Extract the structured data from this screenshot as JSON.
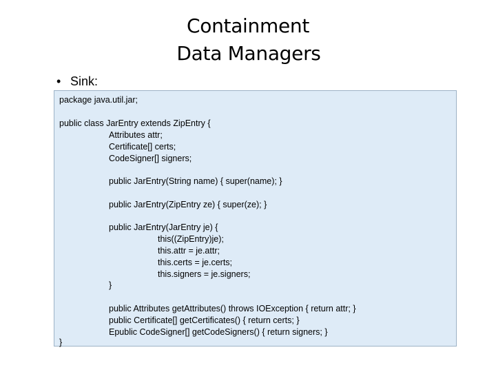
{
  "slide": {
    "title_line1": "Containment",
    "title_line2": "Data Managers",
    "bullet_symbol": "•",
    "bullet_text": "Sink:",
    "code": {
      "package_line": "package java.util.jar;",
      "class_decl": "public class JarEntry extends ZipEntry {",
      "field_attr": "Attributes attr;",
      "field_certs": "Certificate[] certs;",
      "field_signers": "CodeSigner[] signers;",
      "ctor_string": "public JarEntry(String name) { super(name); }",
      "ctor_zip": "public JarEntry(ZipEntry ze) { super(ze); }",
      "ctor_jar": "public JarEntry(JarEntry je) {",
      "ctor_jar_this": "this((ZipEntry)je);",
      "ctor_jar_attr": "this.attr = je.attr;",
      "ctor_jar_certs": "this.certs = je.certs;",
      "ctor_jar_signers": "this.signers = je.signers;",
      "ctor_jar_close": "}",
      "method_attributes": "public Attributes getAttributes() throws IOException { return attr; }",
      "method_certificates": "public Certificate[] getCertificates() { return certs; }",
      "method_codesigners": "Epublic CodeSigner[] getCodeSigners() { return signers; }",
      "class_close": "}"
    }
  }
}
